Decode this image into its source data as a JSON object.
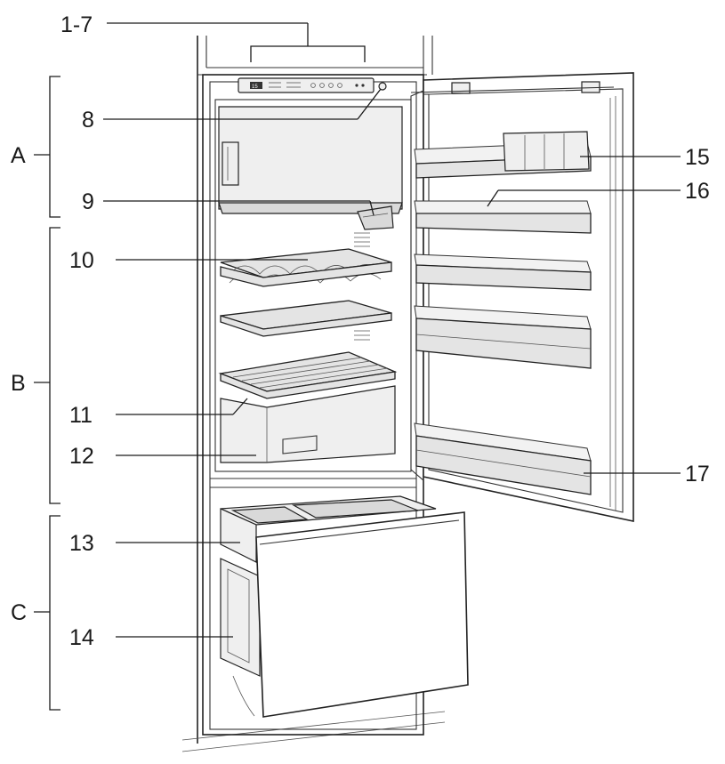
{
  "labels": {
    "l1_7": "1-7",
    "l8": "8",
    "l9": "9",
    "l10": "10",
    "l11": "11",
    "l12": "12",
    "l13": "13",
    "l14": "14",
    "l15": "15",
    "l16": "16",
    "l17": "17",
    "zoneA": "A",
    "zoneB": "B",
    "zoneC": "C"
  },
  "control_panel": {
    "display": "15"
  }
}
